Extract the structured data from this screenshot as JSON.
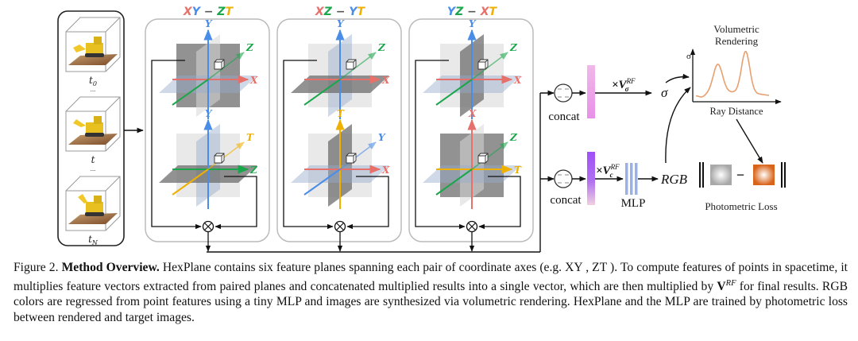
{
  "input_frames": {
    "labels": [
      {
        "base": "t",
        "sub": "0"
      },
      {
        "base": "t",
        "sub": ""
      },
      {
        "base": "t",
        "sub": "N"
      }
    ],
    "ellipsis": "..."
  },
  "plane_groups": [
    {
      "title": [
        {
          "t": "X",
          "c": "x"
        },
        {
          "t": "Y",
          "c": "y"
        },
        {
          "t": " − ",
          "c": "k"
        },
        {
          "t": "Z",
          "c": "z"
        },
        {
          "t": "T",
          "c": "t"
        }
      ],
      "top_axes": {
        "up": "Y",
        "right": "X",
        "diag": "Z"
      },
      "bottom_axes": {
        "up": "Y",
        "right": "Z",
        "diag": "T"
      }
    },
    {
      "title": [
        {
          "t": "X",
          "c": "x"
        },
        {
          "t": "Z",
          "c": "z"
        },
        {
          "t": " − ",
          "c": "k"
        },
        {
          "t": "Y",
          "c": "y"
        },
        {
          "t": "T",
          "c": "t"
        }
      ],
      "top_axes": {
        "up": "Y",
        "right": "X",
        "diag": "Z"
      },
      "bottom_axes": {
        "up": "T",
        "right": "X",
        "diag": "Y"
      }
    },
    {
      "title": [
        {
          "t": "Y",
          "c": "y"
        },
        {
          "t": "Z",
          "c": "z"
        },
        {
          "t": " − ",
          "c": "k"
        },
        {
          "t": "X",
          "c": "x"
        },
        {
          "t": "T",
          "c": "t"
        }
      ],
      "top_axes": {
        "up": "Y",
        "right": "X",
        "diag": "Z"
      },
      "bottom_axes": {
        "up": "X",
        "right": "T",
        "diag": "Z"
      }
    }
  ],
  "axis_colors": {
    "x": "#e8706a",
    "y": "#4a8de8",
    "z": "#1aa64a",
    "t": "#f0b000",
    "k": "#555555"
  },
  "pipeline": {
    "concat_label": "concat",
    "sigma_mult": {
      "prefix": "×V",
      "sup": "RF",
      "sub": "σ"
    },
    "color_mult": {
      "prefix": "×V",
      "sup": "RF",
      "sub": "c"
    },
    "sigma_output": "σ",
    "mlp_label": "MLP",
    "rgb_output": "RGB",
    "feature_colors": {
      "sigma_bar": "#e89ae8",
      "color_bar_top": "#a060f8",
      "color_bar_bottom": "#f0c8e0",
      "mlp": "#9ab0e8"
    }
  },
  "volumetric_rendering": {
    "title_line1": "Volumetric",
    "title_line2": "Rendering",
    "y_axis_label": "σ",
    "x_axis_label": "Ray Distance",
    "curve_color": "#e8a070"
  },
  "photometric_loss": {
    "label": "Photometric Loss",
    "minus": "−",
    "rendered_color": "#a0a0a0",
    "target_color": "#d86010"
  },
  "caption": {
    "prefix": "Figure 2.",
    "bold_title": "Method Overview.",
    "text_part1": " HexPlane contains six feature planes spanning each pair of coordinate axes (e.g.  XY , ZT ). To compute features of points in spacetime, it multiplies feature vectors extracted from paired planes and concatenated multiplied results into a single vector, which are then multiplied by ",
    "math_symbol": "V",
    "math_sup": "RF",
    "text_part2": " for final results. RGB colors are regressed from point features using a tiny MLP and images are synthesized via volumetric rendering. HexPlane and the MLP are trained by photometric loss between rendered and target images."
  }
}
